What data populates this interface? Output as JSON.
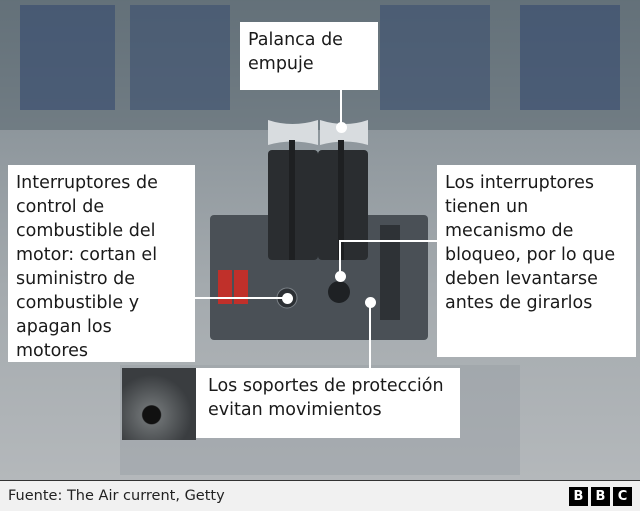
{
  "labels": {
    "thrust_lever": "Palanca de empuje",
    "fuel_switches": "Interruptores de control de combustible del motor: cortan el suministro de combustible y apagan los motores",
    "lock_mechanism": "Los interruptores tienen un mecanismo de bloqueo, por lo que deben levantarse antes de girarlos",
    "guards": "Los soportes de protección evitan movimientos"
  },
  "footer": {
    "source": "Fuente: The Air current, Getty",
    "logo": "BBC"
  },
  "colors": {
    "switch_red": "#c0302a",
    "panel": "#4a5056"
  }
}
